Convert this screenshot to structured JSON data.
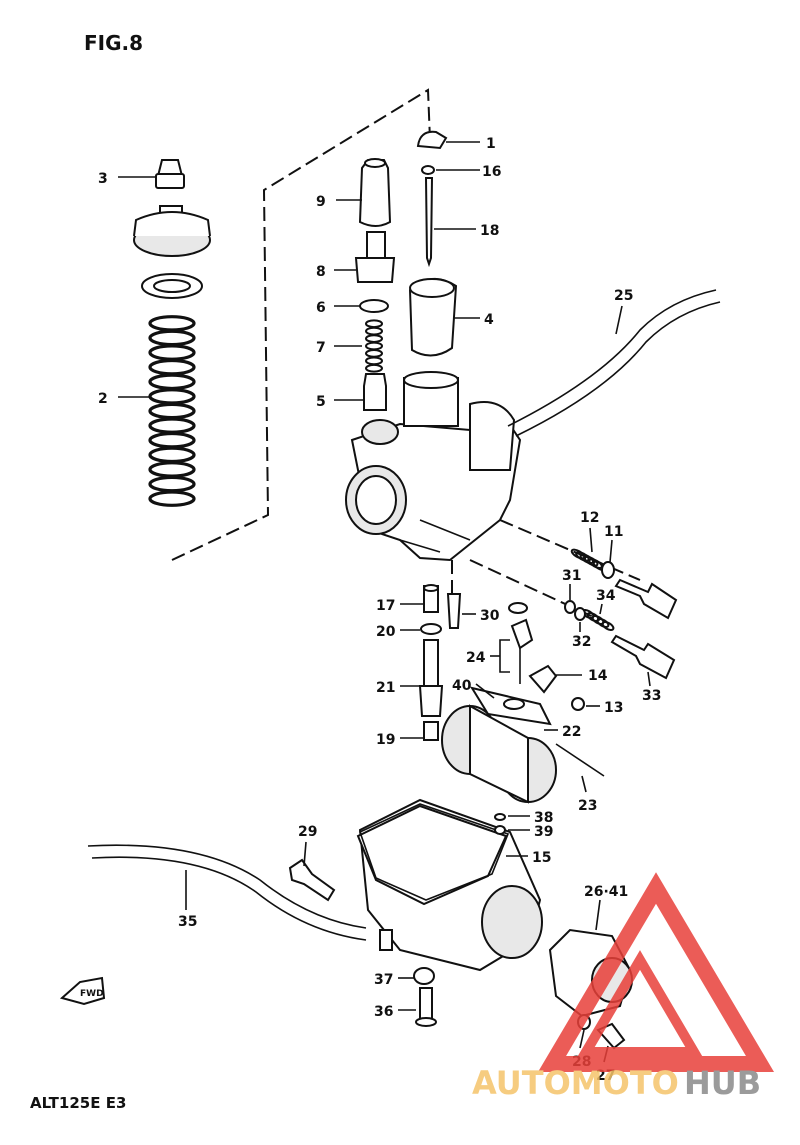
{
  "figure_title": "FIG.8",
  "footer_model": "ALT125E  E3",
  "fwd_label": "FWD",
  "watermark": {
    "part1": "AUTOMOTO",
    "part2": "HUB",
    "color_red": "#e8403a",
    "color_orange": "#f5c46a",
    "color_gray": "#8a8a8a"
  },
  "callouts": {
    "c1": "1",
    "c2": "2",
    "c3": "3",
    "c4": "4",
    "c5": "5",
    "c6": "6",
    "c7": "7",
    "c8": "8",
    "c9": "9",
    "c11": "11",
    "c12": "12",
    "c13": "13",
    "c14": "14",
    "c15": "15",
    "c16": "16",
    "c17": "17",
    "c18": "18",
    "c19": "19",
    "c20": "20",
    "c21": "21",
    "c22": "22",
    "c23": "23",
    "c24": "24",
    "c25": "25",
    "c26_41": "26·41",
    "c27": "27",
    "c28": "28",
    "c29": "29",
    "c30": "30",
    "c31": "31",
    "c32": "32",
    "c33": "33",
    "c34": "34",
    "c35": "35",
    "c36": "36",
    "c37": "37",
    "c38": "38",
    "c39": "39",
    "c40": "40"
  }
}
